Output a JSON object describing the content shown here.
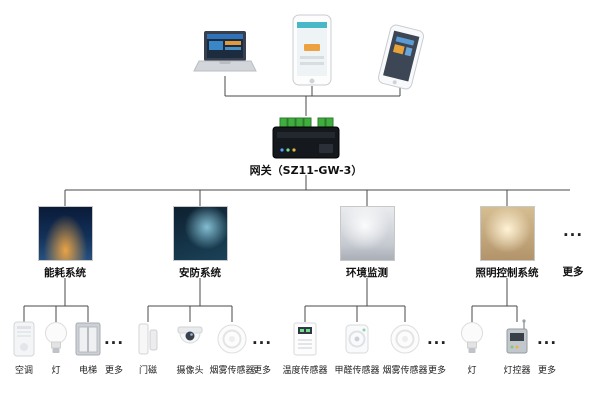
{
  "diagram": {
    "ellipsis": "...",
    "gateway": {
      "label": "网关（SZ11-GW-3）",
      "icon": "gateway-device"
    },
    "top_devices": [
      {
        "icon": "laptop"
      },
      {
        "icon": "tablet-phone"
      },
      {
        "icon": "smartphone"
      }
    ],
    "subsystems": [
      {
        "label": "能耗系统",
        "icon": "city-night-photo",
        "devices": [
          {
            "label": "空调",
            "icon": "air-conditioner"
          },
          {
            "label": "灯",
            "icon": "light-bulb"
          },
          {
            "label": "电梯",
            "icon": "elevator"
          },
          {
            "label": "更多",
            "icon": "ellipsis"
          }
        ]
      },
      {
        "label": "安防系统",
        "icon": "security-photo",
        "devices": [
          {
            "label": "门磁",
            "icon": "door-contact"
          },
          {
            "label": "摄像头",
            "icon": "dome-camera"
          },
          {
            "label": "烟雾传感器",
            "icon": "smoke-sensor"
          },
          {
            "label": "更多",
            "icon": "ellipsis"
          }
        ]
      },
      {
        "label": "环境监测",
        "icon": "environment-photo",
        "devices": [
          {
            "label": "温度传感器",
            "icon": "temperature-sensor"
          },
          {
            "label": "甲醛传感器",
            "icon": "formaldehyde-sensor"
          },
          {
            "label": "烟雾传感器",
            "icon": "smoke-sensor"
          },
          {
            "label": "更多",
            "icon": "ellipsis"
          }
        ]
      },
      {
        "label": "照明控制系统",
        "icon": "lighting-photo",
        "devices": [
          {
            "label": "灯",
            "icon": "light-bulb"
          },
          {
            "label": "灯控器",
            "icon": "light-controller"
          },
          {
            "label": "更多",
            "icon": "ellipsis"
          }
        ]
      }
    ],
    "more_branch": {
      "ellipsis": "...",
      "label": "更多"
    }
  }
}
